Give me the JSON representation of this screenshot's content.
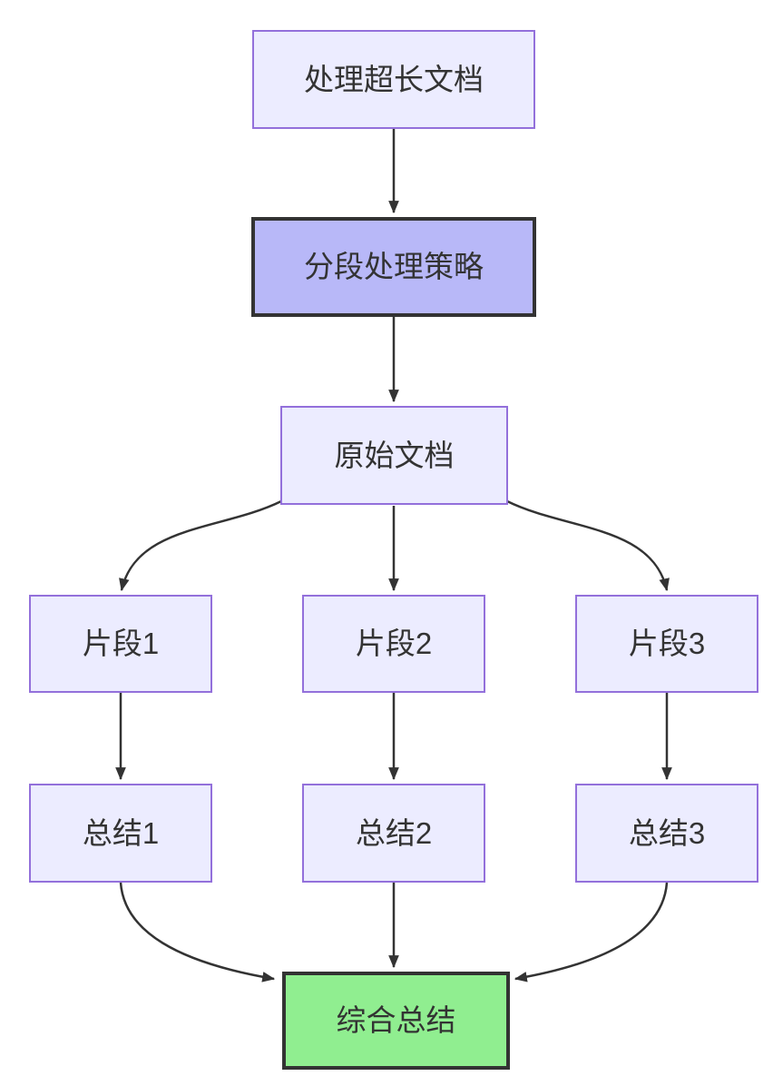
{
  "diagram": {
    "type": "flowchart",
    "direction": "top-down",
    "nodes": [
      {
        "id": "process-long-doc",
        "label": "处理超长文档",
        "style": "default"
      },
      {
        "id": "segment-strategy",
        "label": "分段处理策略",
        "style": "emphasis-purple"
      },
      {
        "id": "original-doc",
        "label": "原始文档",
        "style": "default"
      },
      {
        "id": "fragment-1",
        "label": "片段1",
        "style": "default"
      },
      {
        "id": "fragment-2",
        "label": "片段2",
        "style": "default"
      },
      {
        "id": "fragment-3",
        "label": "片段3",
        "style": "default"
      },
      {
        "id": "summary-1",
        "label": "总结1",
        "style": "default"
      },
      {
        "id": "summary-2",
        "label": "总结2",
        "style": "default"
      },
      {
        "id": "summary-3",
        "label": "总结3",
        "style": "default"
      },
      {
        "id": "final-summary",
        "label": "综合总结",
        "style": "emphasis-green"
      }
    ],
    "edges": [
      {
        "from": "process-long-doc",
        "to": "segment-strategy"
      },
      {
        "from": "segment-strategy",
        "to": "original-doc"
      },
      {
        "from": "original-doc",
        "to": "fragment-1"
      },
      {
        "from": "original-doc",
        "to": "fragment-2"
      },
      {
        "from": "original-doc",
        "to": "fragment-3"
      },
      {
        "from": "fragment-1",
        "to": "summary-1"
      },
      {
        "from": "fragment-2",
        "to": "summary-2"
      },
      {
        "from": "fragment-3",
        "to": "summary-3"
      },
      {
        "from": "summary-1",
        "to": "final-summary"
      },
      {
        "from": "summary-2",
        "to": "final-summary"
      },
      {
        "from": "summary-3",
        "to": "final-summary"
      }
    ],
    "colors": {
      "default_node_fill": "#ECECFF",
      "default_node_border": "#9370DB",
      "strategy_node_fill": "#B8B8F8",
      "final_node_fill": "#90EE90",
      "emphasis_border": "#333333",
      "edge_stroke": "#333333",
      "text": "#333333",
      "background": "#FFFFFF"
    }
  }
}
